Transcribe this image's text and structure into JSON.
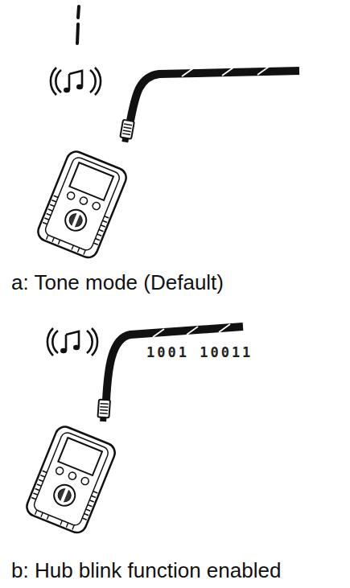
{
  "diagram": {
    "labels": [
      "a: Tone mode (Default)",
      "b: Hub blink function enabled",
      "1001 10011"
    ]
  }
}
